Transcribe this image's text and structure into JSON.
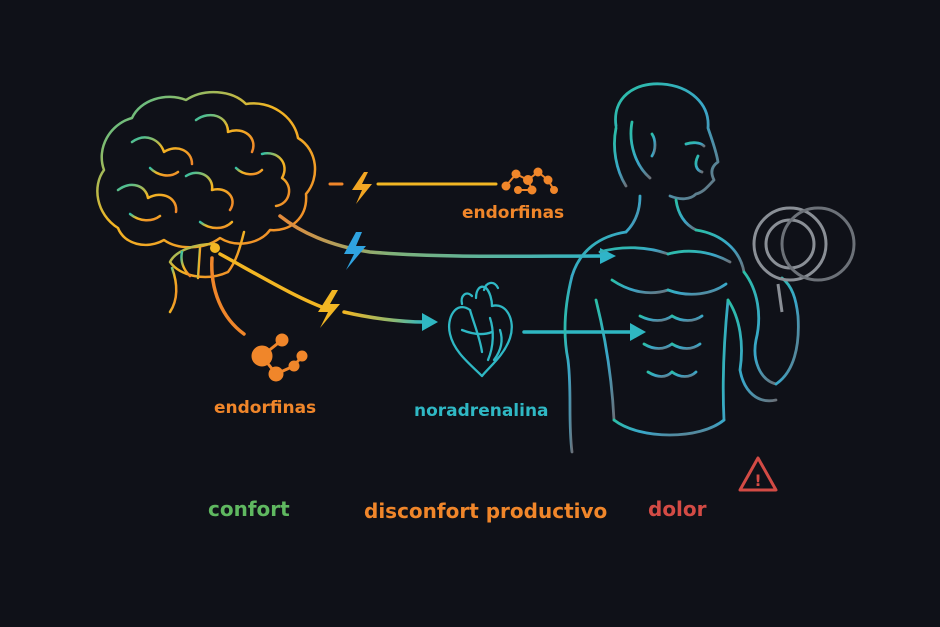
{
  "labels": {
    "endorfinas_top": "endorfinas",
    "endorfinas_left": "endorfinas",
    "noradrenalina": "noradrenalina",
    "scale_comfort": "confort",
    "scale_productive": "disconfort productivo",
    "scale_pain": "dolor",
    "warning_symbol": "!"
  },
  "colors": {
    "background": "#0f1118",
    "orange": "#f0862a",
    "yellow": "#f2b623",
    "teal": "#33c2c0",
    "blue": "#2fa3e0",
    "green": "#5fb860",
    "red": "#d34b45"
  }
}
